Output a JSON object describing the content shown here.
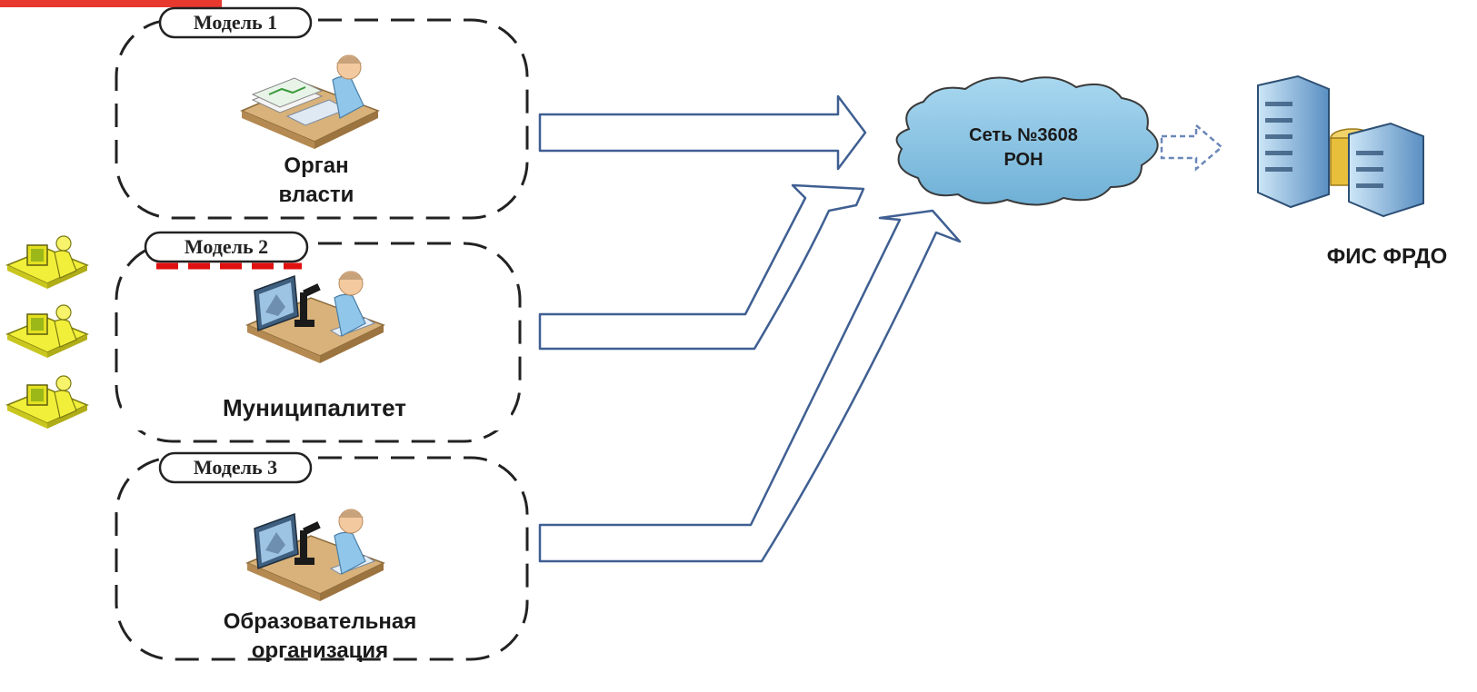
{
  "models": [
    {
      "label": "Модель 1",
      "entity": "Орган власти",
      "icon": "official-at-desk-icon"
    },
    {
      "label": "Модель 2",
      "entity": "Муниципалитет",
      "icon": "operator-with-monitor-icon"
    },
    {
      "label": "Модель 3",
      "entity": "Образовательная организация",
      "icon": "operator-with-monitor-icon"
    }
  ],
  "network": {
    "label_line1": "Сеть №3608",
    "label_line2": "РОН",
    "icon": "cloud-icon"
  },
  "target": {
    "label": "ФИС ФРДО",
    "icon": "server-icon"
  },
  "side_users": {
    "count": 3,
    "icon": "user-at-computer-icon"
  },
  "colors": {
    "arrow_stroke": "#3f5f92",
    "cloud_fill": "#8ec5e3",
    "highlight_dash": "#e01010",
    "corner_tab": "#e8392f",
    "side_user": "#f2ef3a"
  }
}
